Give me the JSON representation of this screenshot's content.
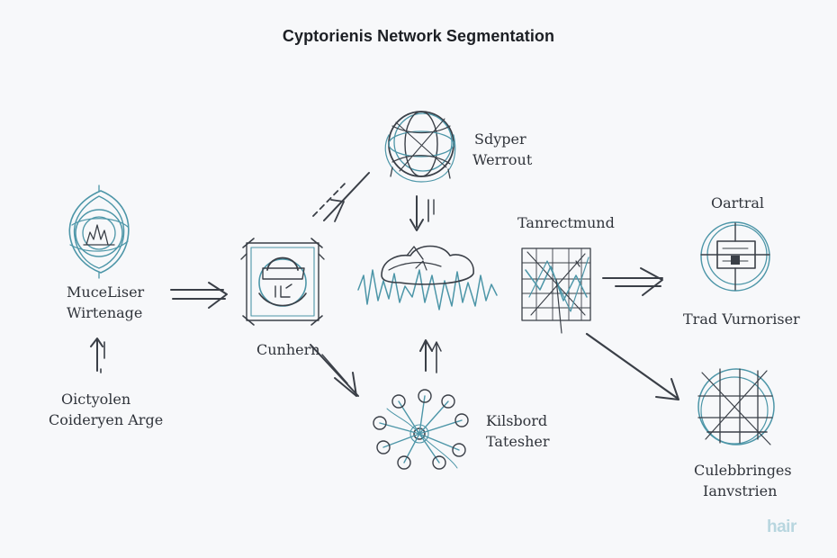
{
  "title": "Cyptorienis Network Segmentation",
  "nodes": {
    "muceliser": {
      "line1": "MuceLiser",
      "line2": "Wirtenage",
      "icon": "shield-network-icon"
    },
    "oictyolen": {
      "line1": "Oi̇ctyolen",
      "line2": "Coideryen Arge"
    },
    "cunhern": {
      "line1": "Cunhern",
      "icon": "lock-frame-icon"
    },
    "sdyper": {
      "line1": "Sdyper",
      "line2": "Werrout",
      "icon": "globe-icon"
    },
    "center": {
      "icon": "wave-cloud-icon"
    },
    "kilsbord": {
      "line1": "Kilsbord",
      "line2": "Tatesher",
      "icon": "hub-network-icon"
    },
    "tanrectmund": {
      "line1": "Tanrectmund",
      "icon": "grid-chart-icon"
    },
    "oartral": {
      "line1": "Oartral",
      "line2": "Trad Vurnoriser",
      "icon": "router-circle-icon"
    },
    "culebbringes": {
      "line1": "Culebbringes",
      "line2": "Ianvstrien",
      "icon": "crossed-grid-icon"
    }
  },
  "watermark": "hair"
}
